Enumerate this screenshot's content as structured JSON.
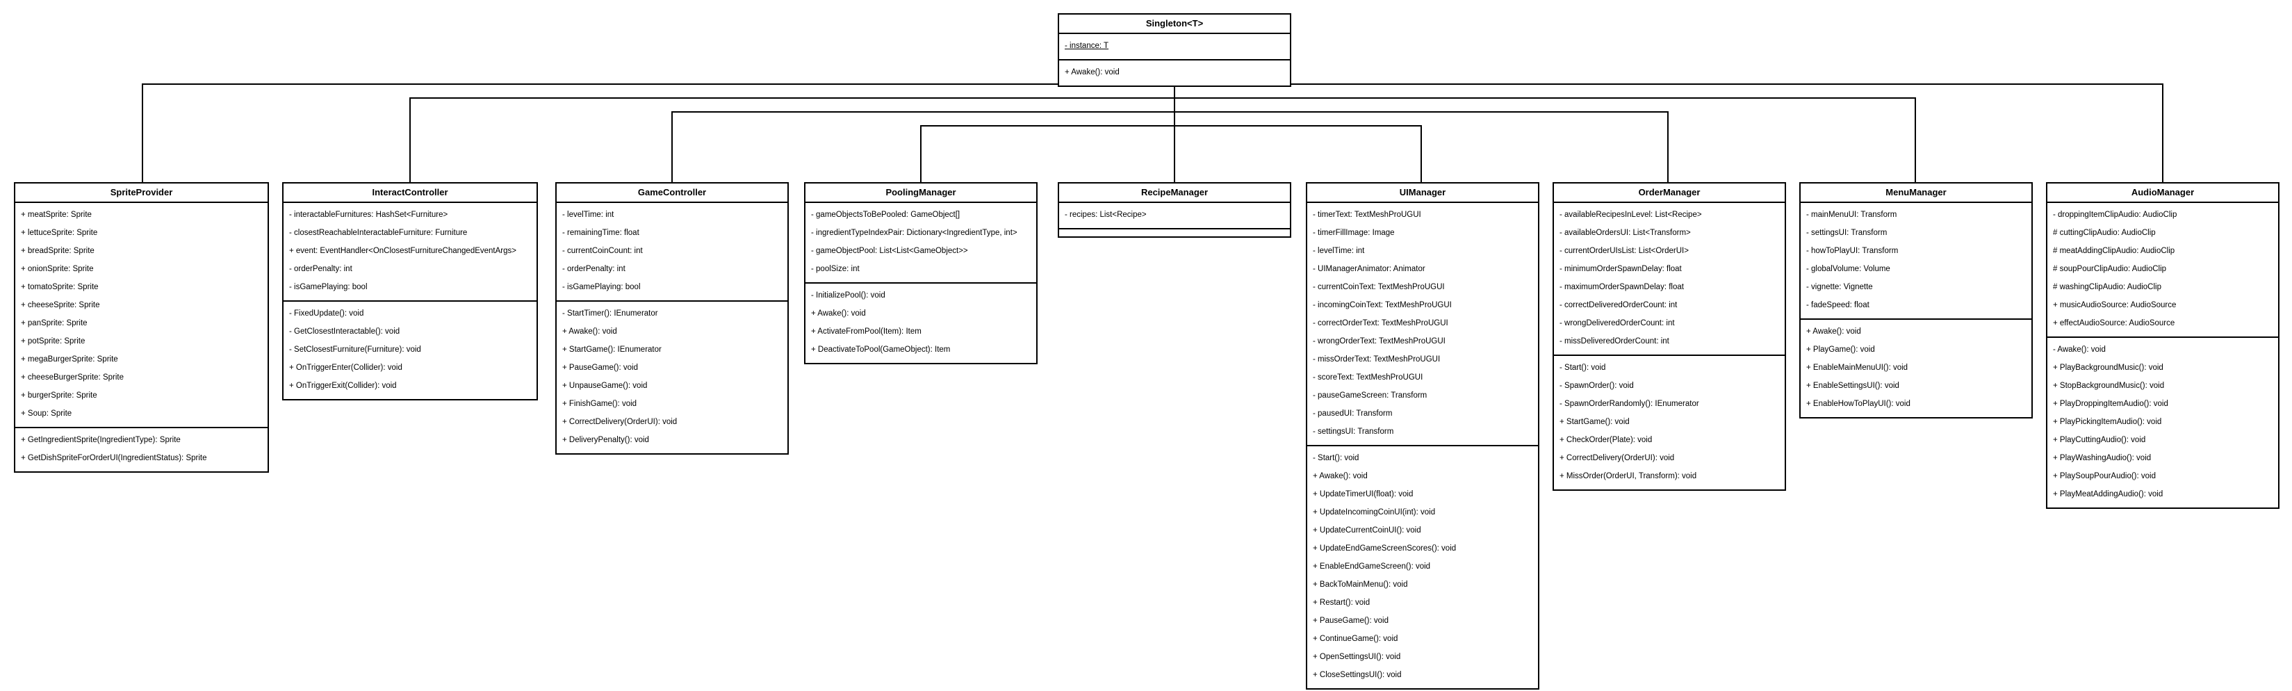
{
  "diagram": {
    "classes": [
      {
        "id": "singleton",
        "name": "Singleton<T>",
        "attributes": [
          "- instance: T"
        ],
        "methods": [
          "+ Awake(): void"
        ]
      },
      {
        "id": "spriteprovider",
        "name": "SpriteProvider",
        "attributes": [
          "+ meatSprite: Sprite",
          "+ lettuceSprite: Sprite",
          "+ breadSprite: Sprite",
          "+ onionSprite: Sprite",
          "+ tomatoSprite: Sprite",
          "+ cheeseSprite: Sprite",
          "+ panSprite: Sprite",
          "+ potSprite: Sprite",
          "+ megaBurgerSprite: Sprite",
          "+ cheeseBurgerSprite: Sprite",
          "+ burgerSprite: Sprite",
          "+ Soup: Sprite"
        ],
        "methods": [
          "+ GetIngredientSprite(IngredientType): Sprite",
          "+ GetDishSpriteForOrderUI(IngredientStatus): Sprite"
        ]
      },
      {
        "id": "interactcontroller",
        "name": "InteractController",
        "attributes": [
          "- interactableFurnitures: HashSet<Furniture>",
          "- closestReachableInteractableFurniture: Furniture",
          "+ event: EventHandler<OnClosestFurnitureChangedEventArgs>",
          "- orderPenalty: int",
          "- isGamePlaying: bool"
        ],
        "methods": [
          "- FixedUpdate(): void",
          "- GetClosestInteractable(): void",
          "- SetClosestFurniture(Furniture): void",
          "+ OnTriggerEnter(Collider): void",
          "+ OnTriggerExit(Collider): void"
        ]
      },
      {
        "id": "gamecontroller",
        "name": "GameController",
        "attributes": [
          "- levelTime: int",
          "- remainingTime: float",
          "- currentCoinCount: int",
          "- orderPenalty: int",
          "- isGamePlaying: bool"
        ],
        "methods": [
          "- StartTimer(): IEnumerator",
          "+ Awake(): void",
          "+ StartGame(): IEnumerator",
          "+ PauseGame(): void",
          "+ UnpauseGame(): void",
          "+ FinishGame(): void",
          "+ CorrectDelivery(OrderUI): void",
          "+ DeliveryPenalty(): void"
        ]
      },
      {
        "id": "poolingmanager",
        "name": "PoolingManager",
        "attributes": [
          "- gameObjectsToBePooled: GameObject[]",
          "- ingredientTypeIndexPair: Dictionary<IngredientType, int>",
          "- gameObjectPool: List<List<GameObject>>",
          "- poolSize: int"
        ],
        "methods": [
          "- InitializePool(): void",
          "+ Awake(): void",
          "+ ActivateFromPool(Item): Item",
          "+ DeactivateToPool(GameObject): Item"
        ]
      },
      {
        "id": "recipemanager",
        "name": "RecipeManager",
        "attributes": [
          "- recipes: List<Recipe>"
        ],
        "methods": []
      },
      {
        "id": "uimanager",
        "name": "UIManager",
        "attributes": [
          "- timerText: TextMeshProUGUI",
          "- timerFillImage: Image",
          "- levelTime: int",
          "- UIManagerAnimator: Animator",
          "- currentCoinText: TextMeshProUGUI",
          "- incomingCoinText: TextMeshProUGUI",
          "- correctOrderText: TextMeshProUGUI",
          "- wrongOrderText: TextMeshProUGUI",
          "- missOrderText: TextMeshProUGUI",
          "- scoreText: TextMeshProUGUI",
          "- pauseGameScreen: Transform",
          "- pausedUI: Transform",
          "- settingsUI: Transform"
        ],
        "methods": [
          "- Start(): void",
          "+ Awake(): void",
          "+ UpdateTimerUI(float): void",
          "+ UpdateIncomingCoinUI(int): void",
          "+ UpdateCurrentCoinUI(): void",
          "+ UpdateEndGameScreenScores(): void",
          "+ EnableEndGameScreen(): void",
          "+ BackToMainMenu(): void",
          "+ Restart(): void",
          "+ PauseGame(): void",
          "+ ContinueGame(): void",
          "+ OpenSettingsUI(): void",
          "+ CloseSettingsUI(): void"
        ]
      },
      {
        "id": "ordermanager",
        "name": "OrderManager",
        "attributes": [
          "- availableRecipesInLevel: List<Recipe>",
          "- availableOrdersUI: List<Transform>",
          "- currentOrderUIsList: List<OrderUI>",
          "- minimumOrderSpawnDelay: float",
          "- maximumOrderSpawnDelay: float",
          "- correctDeliveredOrderCount: int",
          "- wrongDeliveredOrderCount: int",
          "- missDeliveredOrderCount: int"
        ],
        "methods": [
          "- Start(): void",
          "- SpawnOrder(): void",
          "- SpawnOrderRandomly(): IEnumerator",
          "+ StartGame(): void",
          "+ CheckOrder(Plate): void",
          "+ CorrectDelivery(OrderUI): void",
          "+ MissOrder(OrderUI, Transform): void"
        ]
      },
      {
        "id": "menumanager",
        "name": "MenuManager",
        "attributes": [
          "- mainMenuUI: Transform",
          "- settingsUI: Transform",
          "- howToPlayUI: Transform",
          "- globalVolume: Volume",
          "- vignette: Vignette",
          "- fadeSpeed: float"
        ],
        "methods": [
          "+ Awake(): void",
          "+ PlayGame(): void",
          "+ EnableMainMenuUI(): void",
          "+ EnableSettingsUI(): void",
          "+ EnableHowToPlayUI(): void"
        ]
      },
      {
        "id": "audiomanager",
        "name": "AudioManager",
        "attributes": [
          "- droppingItemClipAudio: AudioClip",
          "# cuttingClipAudio: AudioClip",
          "# meatAddingClipAudio: AudioClip",
          "# soupPourClipAudio: AudioClip",
          "# washingClipAudio: AudioClip",
          "+ musicAudioSource: AudioSource",
          "+ effectAudioSource: AudioSource"
        ],
        "methods": [
          "- Awake(): void",
          "+ PlayBackgroundMusic(): void",
          "+ StopBackgroundMusic(): void",
          "+ PlayDroppingItemAudio(): void",
          "+ PlayPickingItemAudio(): void",
          "+ PlayCuttingAudio(): void",
          "+ PlayWashingAudio(): void",
          "+ PlaySoupPourAudio(): void",
          "+ PlayMeatAddingAudio(): void"
        ]
      }
    ]
  }
}
